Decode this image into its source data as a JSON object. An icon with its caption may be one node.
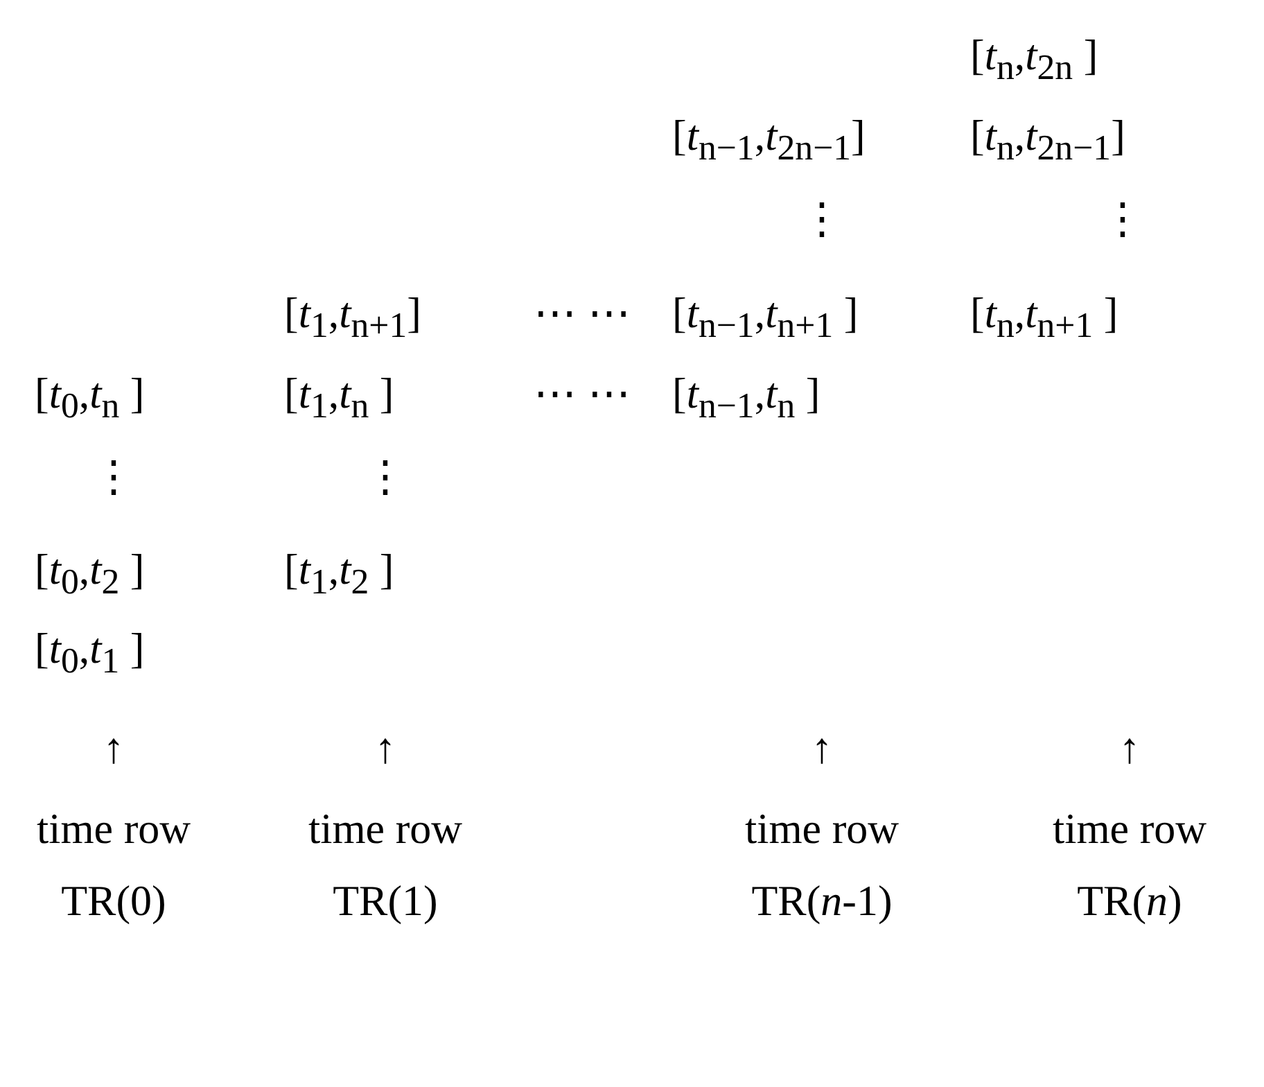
{
  "diagram": {
    "labels": [
      "[*t*$_{n}$,*t*$_{2n}$ ]",
      "[*t*$_{n−1}$,*t*$_{2n−1}$]",
      "[*t*$_{n}$,*t*$_{2n−1}$]",
      "⋮",
      "⋮",
      "[*t*$_{1}$,*t*$_{n+1}$]",
      "⋯ ⋯",
      "[*t*$_{n−1}$,*t*$_{n+1}$ ]",
      "[*t*$_{n}$,*t*$_{n+1}$ ]",
      "[*t*$_{0}$,*t*$_{n}$ ]",
      "[*t*$_{1}$,*t*$_{n}$ ]",
      "⋯ ⋯",
      "[*t*$_{n−1}$,*t*$_{n}$ ]",
      "⋮",
      "⋮",
      "[*t*$_{0}$,*t*$_{2}$ ]",
      "[*t*$_{1}$,*t*$_{2}$ ]",
      "[*t*$_{0}$,*t*$_{1}$ ]",
      "↑",
      "↑",
      "↑",
      "↑",
      "time row",
      "time row",
      "time row",
      "time row",
      "TR(0)",
      "TR(1)",
      "TR(*n*-1)",
      "TR(*n*)"
    ]
  }
}
